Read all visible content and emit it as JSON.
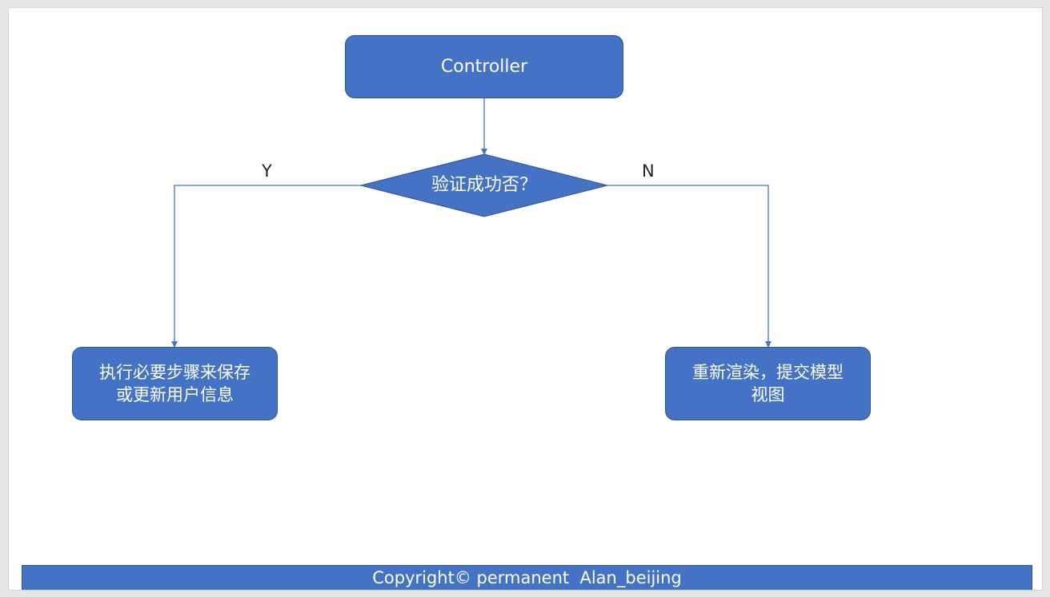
{
  "flowchart": {
    "start_node": {
      "label": "Controller"
    },
    "decision": {
      "label": "验证成功否？"
    },
    "branch_yes": {
      "label": "Y"
    },
    "branch_no": {
      "label": "N"
    },
    "yes_node": {
      "line1": "执行必要步骤来保存",
      "line2": "或更新用户信息"
    },
    "no_node": {
      "line1": "重新渲染，提交模型",
      "line2": "视图"
    }
  },
  "footer": {
    "text": "Copyright© permanent  Alan_beijing"
  },
  "colors": {
    "node_fill": "#4472c4",
    "node_border": "#2f528f",
    "connector": "#4472c4",
    "background": "#ffffff"
  }
}
